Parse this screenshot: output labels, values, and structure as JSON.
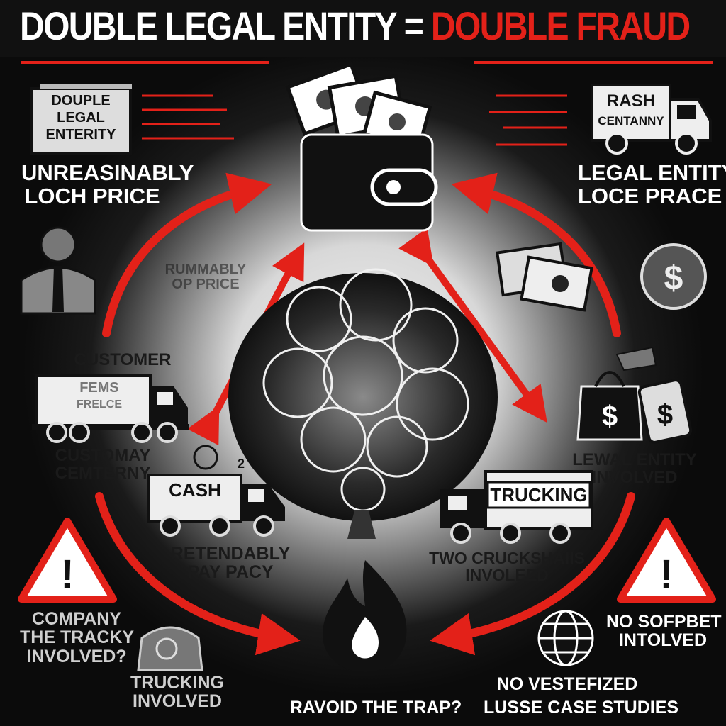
{
  "title": {
    "part_white": "DOUBLE LEGAL ENTITY",
    "equals": "=",
    "part_red": "DOUBLE FRAUD"
  },
  "colors": {
    "accent_red": "#e32119",
    "background": "#0d0d0d",
    "glow": "#e8e8e8",
    "ink": "#111111"
  },
  "box_sign": {
    "lines": [
      "DOUPLE",
      "LEGAL",
      "ENTERITY"
    ]
  },
  "truck_top_right": {
    "sign_1": "RASH",
    "sign_2": "CENTANNY"
  },
  "labels": {
    "top_left": [
      "UNREASINABLY",
      "LOCH PRICE"
    ],
    "top_right": [
      "LEGAL ENTITY",
      "LOCE PRACE"
    ],
    "mid_left_faded": [
      "RUMMABLY",
      "OP PRICE"
    ],
    "customer": "CUSTOMER",
    "left_truck_sign": [
      "FEMS",
      "FRELCE"
    ],
    "customary": [
      "CUSTOMAY",
      "CEMTERNY"
    ],
    "cash_number": "2",
    "cash_truck": "CASH",
    "retendably": [
      "RETENDABLY",
      "PAY PACY"
    ],
    "legal_involved": [
      "LEWAL ENTITY",
      "INVOLVED"
    ],
    "trucking_sign": "TRUCKING",
    "two_trucks": [
      "TWO CRUCKSHAIIS",
      "INVOLEED"
    ],
    "company_question": [
      "COMPANY",
      "THE TRACKY",
      "INVOLVED?"
    ],
    "no_sofpbet": [
      "NO SOFPBET",
      "INTOLVED"
    ],
    "trucking_involved": [
      "TRUCKING",
      "INVOLVED"
    ],
    "no_vestefized": "NO VESTEFIZED",
    "bottom_center": "RAVOID THE TRAP?",
    "bottom_right": "LUSSE CASE STUDIES"
  },
  "icons": [
    "wallet-icon",
    "cash-icon",
    "truck-icon",
    "warning-icon",
    "fire-icon",
    "globe-icon",
    "money-bag-icon",
    "coin-icon",
    "businessman-icon",
    "smoke-cloud-icon",
    "cycle-arrow-icon",
    "document-box-icon"
  ]
}
